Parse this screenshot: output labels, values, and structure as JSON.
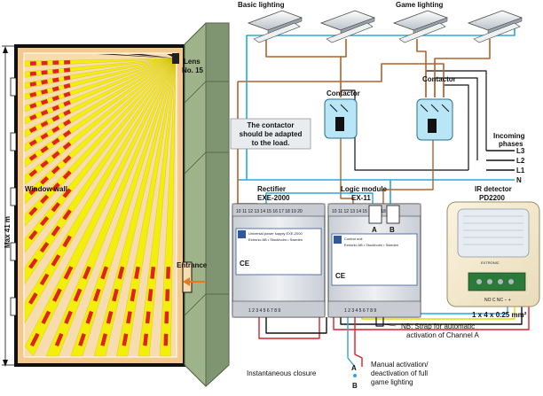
{
  "room": {
    "dimension_label": "Max 41 m",
    "lens_label_line1": "Lens",
    "lens_label_line2": "No. 15",
    "window_wall_label": "Window wall",
    "entrance_label": "Entrance"
  },
  "lighting": {
    "basic_lighting_label": "Basic lighting",
    "game_lighting_label": "Game lighting"
  },
  "contactors": {
    "left_label": "Contactor",
    "right_label": "Contactor",
    "note_line1": "The contactor",
    "note_line2": "should be adapted",
    "note_line3": "to the load."
  },
  "phases": {
    "title_line1": "Incoming",
    "title_line2": "phases",
    "l3": "L3",
    "l2": "L2",
    "l1": "L1",
    "n": "N"
  },
  "rectifier": {
    "title": "Rectifier",
    "model": "EXE-2000",
    "top_terminals": "10 11 12 13 14 15 16 17 18 19 20",
    "bottom_terminals": "1 2 3 4 5 6 7 8 9",
    "plate_title": "Universal power supply EXE-2000",
    "plate_vendor": "Extronic AB • Stockholm • Sweden",
    "ce_mark": "CE"
  },
  "logic": {
    "title": "Logic module",
    "model": "EX-11",
    "top_terminals": "10 11 12 13 14 15 16 17 18 19 20",
    "bottom_terminals": "1 2 3 4 5 6 7 8 9",
    "channel_a": "A",
    "channel_b": "B",
    "plate_title": "Control unit",
    "plate_vendor": "Extronic AB • Stockholm • Sweden",
    "ce_mark": "CE"
  },
  "detector": {
    "title": "IR detector",
    "model": "PD2200",
    "brand": "EXTRONIC",
    "terminals": "NO C NC − +",
    "cable_label": "1 x 4 x 0.25 mm²"
  },
  "notes": {
    "strap_line1": "NB: Strap for automatic",
    "strap_line2": "activation of Channel A",
    "instantaneous_closure": "Instantaneous closure",
    "manual_line1": "Manual activation/",
    "manual_line2": "deactivation of full",
    "manual_line3": "game lighting",
    "switch_a": "A",
    "switch_b": "B"
  },
  "colors": {
    "wire_blue": "#2aa7dd",
    "wire_brown": "#b0622c",
    "wire_black": "#111111",
    "wire_red": "#d8202a",
    "wire_yellow": "#e8d800",
    "beam_yellow": "#f3ee0a",
    "beam_red": "#e0202a",
    "room_bg": "#f3c98e",
    "wall_green": "#9fb38a",
    "module_grey": "#d9dde3"
  }
}
